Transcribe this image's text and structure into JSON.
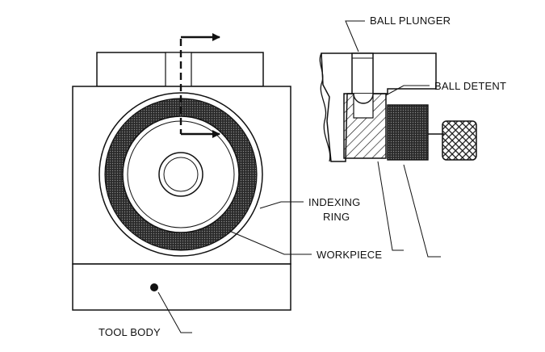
{
  "labels": {
    "ball_plunger": "BALL PLUNGER",
    "ball_detent": "BALL DETENT",
    "indexing_line1": "INDEXING",
    "indexing_line2": "RING",
    "workpiece": "WORKPIECE",
    "tool_body": "TOOL BODY"
  },
  "colors": {
    "ink": "#111111",
    "ring_fill": "#555555",
    "paper": "#ffffff"
  }
}
